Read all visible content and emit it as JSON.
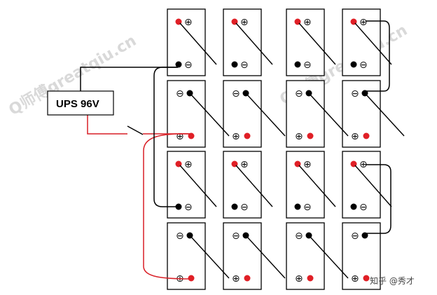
{
  "ups": {
    "label": "UPS 96V"
  },
  "terminal_symbols": {
    "positive": "⊕",
    "negative": "⊖"
  },
  "watermarks": [
    "Q师傅greatqiu.cn",
    "Q师傅greatqiu.cn"
  ],
  "credit": "知乎 @秀才",
  "colors": {
    "positive_wire": "#d91f26",
    "negative_wire": "#000000",
    "positive_dot": "#e01f26",
    "negative_dot": "#000000",
    "watermark": "#d9d9d9"
  }
}
